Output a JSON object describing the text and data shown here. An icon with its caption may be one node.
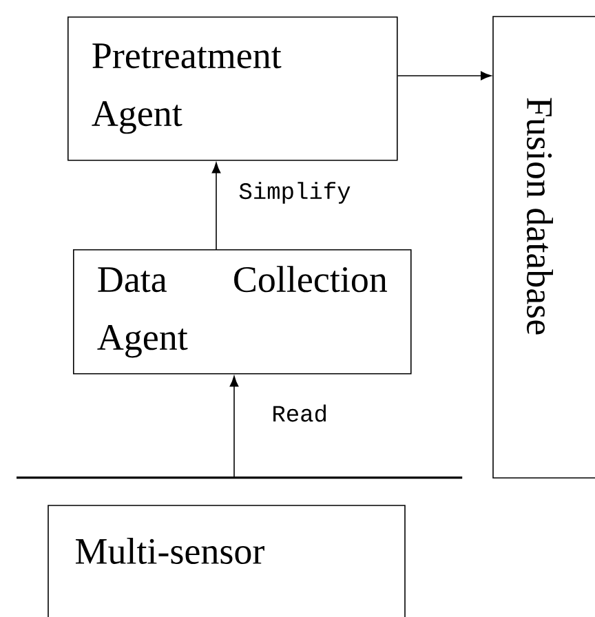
{
  "diagram": {
    "nodes": [
      {
        "text": [
          "Pretreatment Agent"
        ]
      },
      {
        "text": [
          "Fusion database"
        ]
      },
      {
        "text": [
          "Data Collection Agent"
        ]
      },
      {
        "text": [],
        "shape": "bar"
      },
      {
        "text": [
          "Multi-sensor"
        ]
      }
    ],
    "edges": [
      {
        "from": 0,
        "to": 1,
        "arrow": "to"
      },
      {
        "from": 2,
        "to": 0,
        "arrow": "to",
        "label": "Simplify"
      },
      {
        "from": 3,
        "to": 2,
        "arrow": "to",
        "label": "Read"
      }
    ]
  }
}
